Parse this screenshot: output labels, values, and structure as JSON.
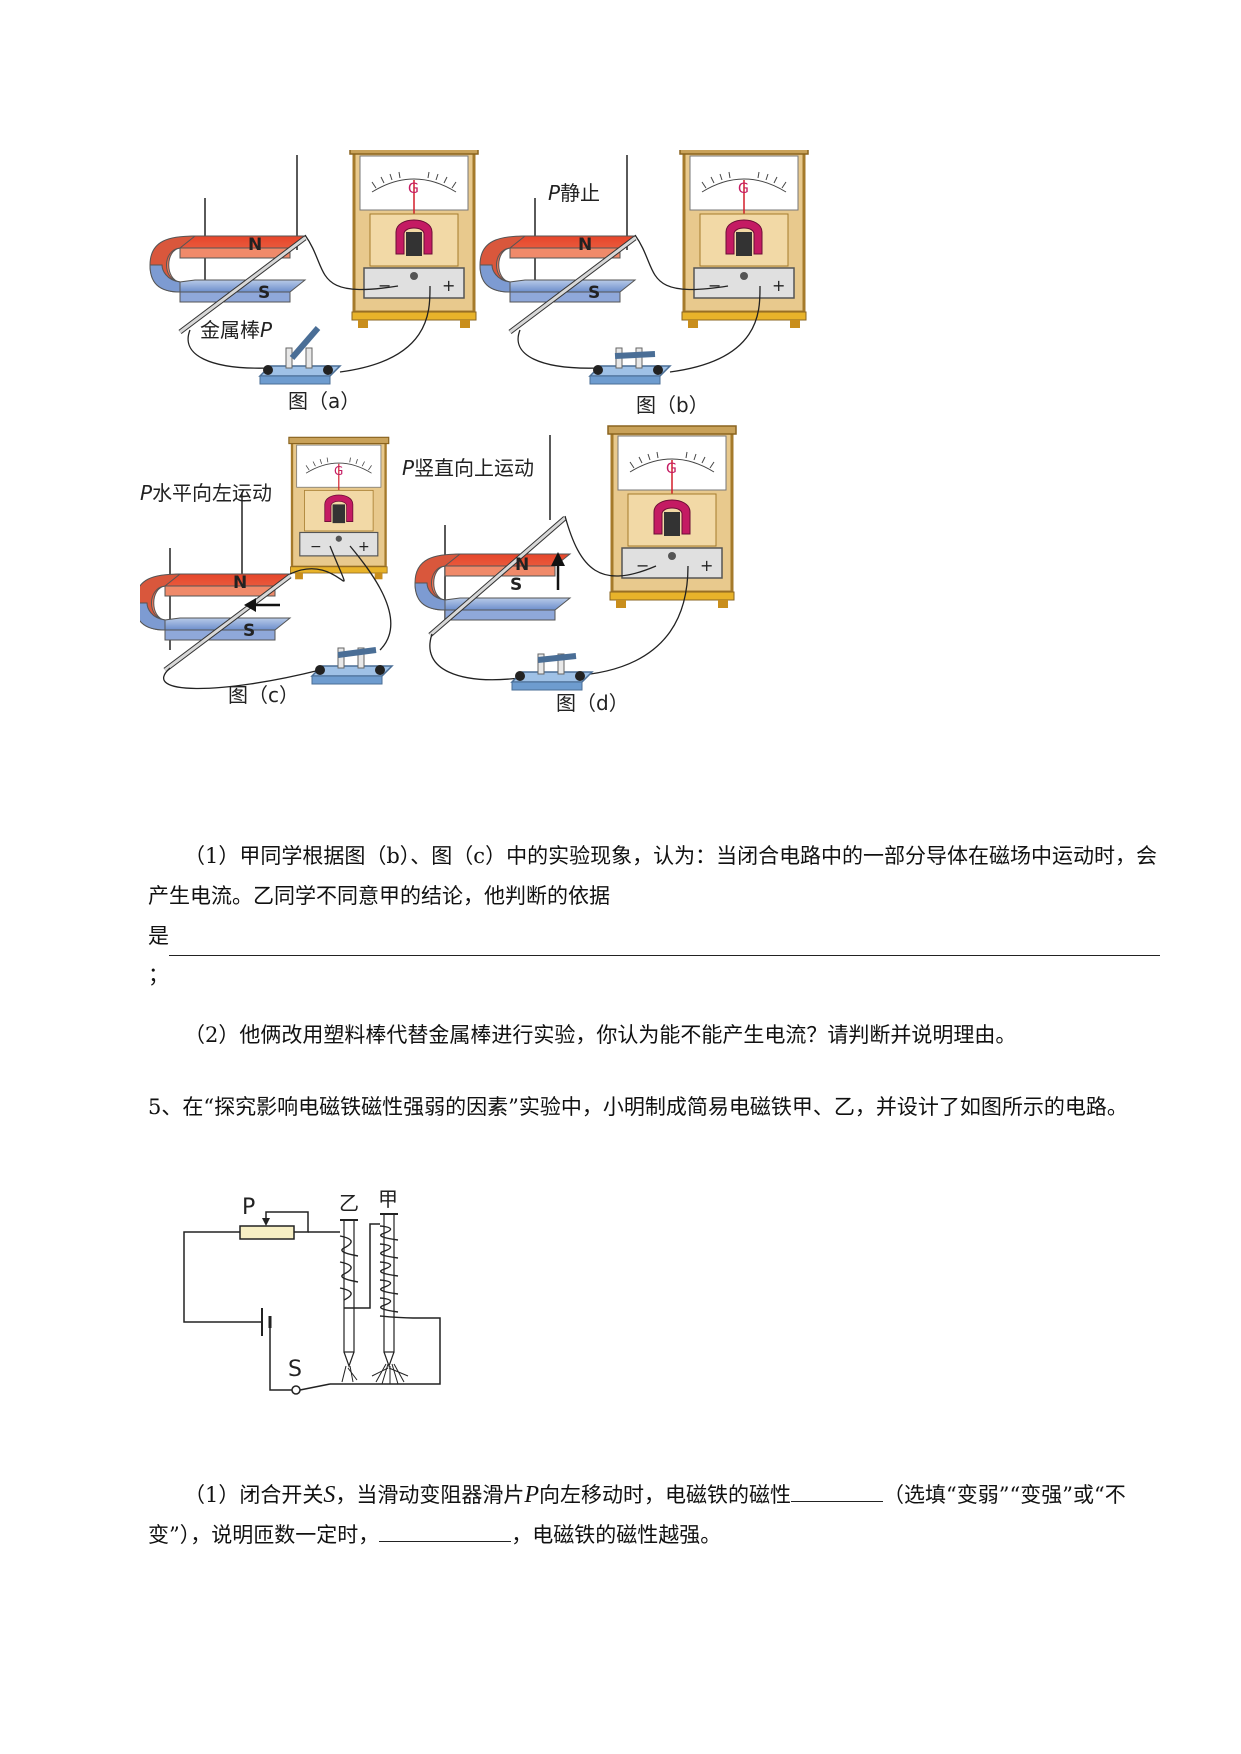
{
  "figure1": {
    "captions": {
      "a": "图（a）",
      "b": "图（b）",
      "c": "图（c）",
      "d": "图（d）"
    },
    "labels": {
      "rod": "金属棒",
      "rod_var": "P",
      "p_static": "静止",
      "p_left": "水平向左运动",
      "p_up": "竖直向上运动",
      "pole_n": "N",
      "pole_s": "S",
      "meter_g": "G",
      "minus": "−",
      "plus": "+"
    }
  },
  "q4": {
    "part1_text": "（1）甲同学根据图（b）、图（c）中的实验现象，认为：当闭合电路中的一部分导体在磁场中运动时，会产生电流。乙同学不同意甲的结论，他判断的依据",
    "part1_tail": "是",
    "part1_end": "；",
    "part2_text": "（2）他俩改用塑料棒代替金属棒进行实验，你认为能不能产生电流？请判断并说明理由。"
  },
  "q5": {
    "stem": "5、在“探究影响电磁铁磁性强弱的因素”实验中，小明制成简易电磁铁甲、乙，并设计了如图所示的电路。",
    "circuit_labels": {
      "p": "P",
      "yi": "乙",
      "jia": "甲",
      "s": "S"
    },
    "part1_a": "（1）闭合开关",
    "part1_s": "S",
    "part1_b": "，当滑动变阻器滑片",
    "part1_p": "P",
    "part1_c": "向左移动时，电磁铁的磁性",
    "part1_d": "（选填“变弱”“变强”或“不变”），说明匝数一定时，",
    "part1_e": "，电磁铁的磁性越强。"
  }
}
